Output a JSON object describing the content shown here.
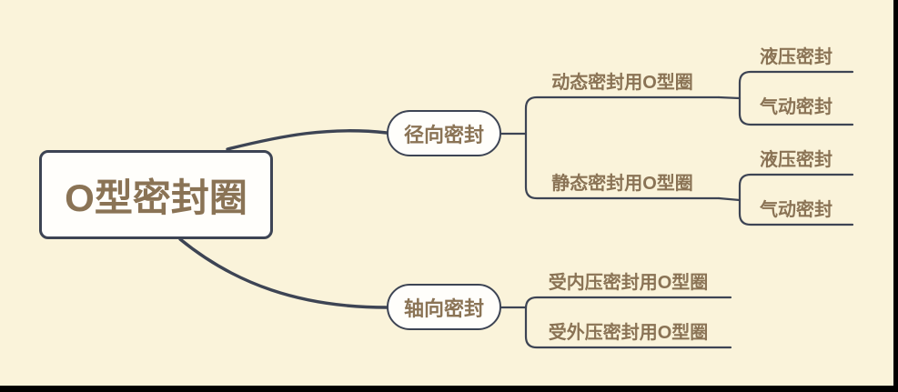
{
  "app": {
    "type": "mindmap",
    "colors": {
      "background": "#faf3da",
      "line": "#3d4454",
      "text": "#8a7355",
      "node_fill": "#fffefb",
      "frame": "#000000"
    }
  },
  "mindmap": {
    "root": {
      "label": "O型密封圈"
    },
    "branches": [
      {
        "label": "径向密封",
        "children": [
          {
            "label": "动态密封用O型圈",
            "children": [
              {
                "label": "液压密封"
              },
              {
                "label": "气动密封"
              }
            ]
          },
          {
            "label": "静态密封用O型圈",
            "children": [
              {
                "label": "液压密封"
              },
              {
                "label": "气动密封"
              }
            ]
          }
        ]
      },
      {
        "label": "轴向密封",
        "children": [
          {
            "label": "受内压密封用O型圈"
          },
          {
            "label": "受外压密封用O型圈"
          }
        ]
      }
    ]
  }
}
